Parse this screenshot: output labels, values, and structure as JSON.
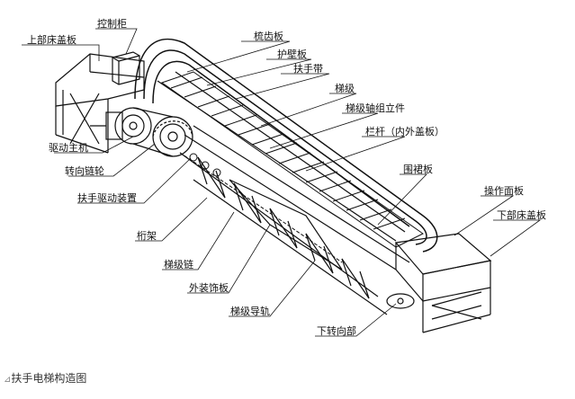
{
  "caption": "扶手电梯构造图",
  "caption_mark": "⊿",
  "labels": {
    "upper_cover": "上部床盖板",
    "control_box": "控制柜",
    "comb_plate": "梳齿板",
    "guard_panel": "护壁板",
    "handrail": "扶手带",
    "step": "梯级",
    "step_axle": "梯级轴组立件",
    "balustrade": "栏杆（内外盖板）",
    "drive_motor": "驱动主机",
    "turn_sprocket": "转向链轮",
    "skirt_panel": "围裙板",
    "handrail_drive": "扶手驱动装置",
    "operation_panel": "操作面板",
    "lower_cover": "下部床盖板",
    "truss": "桁架",
    "step_chain": "梯级链",
    "outer_cladding": "外装饰板",
    "step_track": "梯级导轨",
    "lower_turn": "下转向部"
  }
}
